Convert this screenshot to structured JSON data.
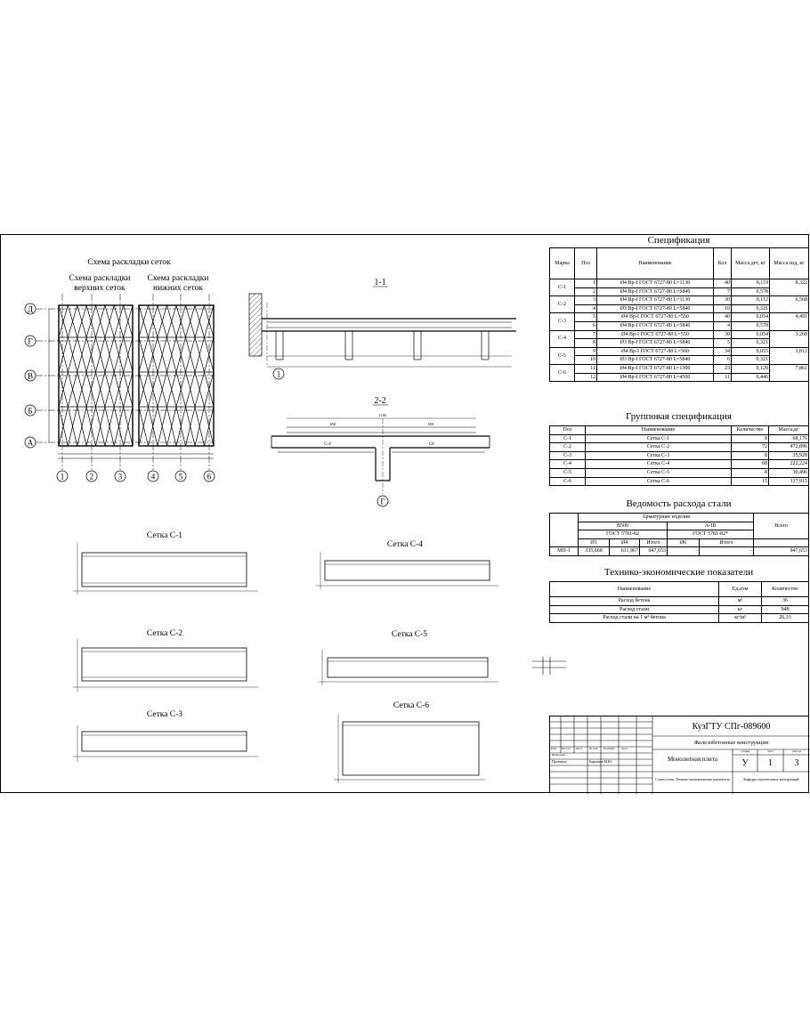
{
  "drawing": {
    "scheme_title": "Схема раскладки сеток",
    "scheme_top_title": [
      "Схема раскладки",
      "верхних сеток"
    ],
    "scheme_bottom_title": [
      "Схема раскладки",
      "нижних сеток"
    ],
    "axes_letters": [
      "Д",
      "Г",
      "В",
      "Б",
      "А"
    ],
    "axes_numbers": [
      "1",
      "2",
      "3",
      "4",
      "5",
      "6"
    ],
    "section_1_title": "1-1",
    "section_1_axis": "1",
    "section_2_title": "2-2",
    "section_2_axis": "Г",
    "section_2_labels": {
      "c4": "С-4",
      "c6": "С6",
      "dim_top": "1100",
      "dim_left": "650",
      "dim_right": "650"
    },
    "meshes": [
      {
        "title": "Сетка С-1"
      },
      {
        "title": "Сетка С-2"
      },
      {
        "title": "Сетка С-3"
      },
      {
        "title": "Сетка С-4"
      },
      {
        "title": "Сетка С-5"
      },
      {
        "title": "Сетка С-6"
      }
    ]
  },
  "specification": {
    "title": "Спецификация",
    "headers": [
      "Марка",
      "Поз",
      "Наименование",
      "Кол",
      "Масса дет, кг",
      "Масса изд, кг"
    ],
    "groups": [
      {
        "mark": "С-1",
        "total": "8,322",
        "rows": [
          {
            "pos": "1",
            "name": "Ø4 Вр-I ГОСТ 6727-80 L=1130",
            "qty": "40",
            "mass": "0,119"
          },
          {
            "pos": "2",
            "name": "Ø4 Вр-I ГОСТ 6727-80 L=5840",
            "qty": "7",
            "mass": "0,578"
          }
        ]
      },
      {
        "mark": "С-2",
        "total": "6,568",
        "rows": [
          {
            "pos": "3",
            "name": "Ø4 Вр-I ГОСТ 6727-80 L=1130",
            "qty": "30",
            "mass": "0,112"
          },
          {
            "pos": "4",
            "name": "Ø3 Вр-I ГОСТ 6727-80 L=5840",
            "qty": "10",
            "mass": "0,321"
          }
        ]
      },
      {
        "mark": "С-3",
        "total": "4,491",
        "rows": [
          {
            "pos": "5",
            "name": "Ø4 Вр-I ГОСТ 6727-80 L=550",
            "qty": "40",
            "mass": "0,054"
          },
          {
            "pos": "6",
            "name": "Ø4 Вр-I ГОСТ 6727-80 L=5840",
            "qty": "4",
            "mass": "0,578"
          }
        ]
      },
      {
        "mark": "С-4",
        "total": "3.268",
        "rows": [
          {
            "pos": "7",
            "name": "Ø4 Вр-I ГОСТ 6727-80 L=550",
            "qty": "30",
            "mass": "0,054"
          },
          {
            "pos": "8",
            "name": "Ø3 Вр-I ГОСТ 6727-80 L=5840",
            "qty": "5",
            "mass": "0,321"
          }
        ]
      },
      {
        "mark": "С-5",
        "total": "3,812",
        "rows": [
          {
            "pos": "9",
            "name": "Ø4 Вр-I ГОСТ 6727-80 L=560",
            "qty": "34",
            "mass": "0,055"
          },
          {
            "pos": "10",
            "name": "Ø3 Вр-I ГОСТ 6727-80 L=5840",
            "qty": "6",
            "mass": "0,321"
          }
        ]
      },
      {
        "mark": "С-6",
        "total": "7,861",
        "rows": [
          {
            "pos": "11",
            "name": "Ø4 Вр-I ГОСТ 6727-80 L=1300",
            "qty": "23",
            "mass": "0,129"
          },
          {
            "pos": "12",
            "name": "Ø4 Вр-I ГОСТ 6727-80 L=4500",
            "qty": "11",
            "mass": "0,446"
          }
        ]
      }
    ]
  },
  "group_spec": {
    "title": "Групповая спецификация",
    "headers": [
      "Поз",
      "Наименование",
      "Количество",
      "Масса,кг"
    ],
    "rows": [
      [
        "С-1",
        "Сетка С-1",
        "8",
        "68,176"
      ],
      [
        "С-2",
        "Сетка С-2",
        "72",
        "472,896"
      ],
      [
        "С-3",
        "Сетка С-3",
        "8",
        "35,928"
      ],
      [
        "С-4",
        "Сетка С-4",
        "68",
        "222,224"
      ],
      [
        "С-5",
        "Сетка С-5",
        "8",
        "30,496"
      ],
      [
        "С-6",
        "Сетка С-6",
        "15",
        "117,915"
      ]
    ]
  },
  "steel": {
    "title": "Ведомость расхода стали",
    "header_products": "Арматурные изделия",
    "class1": "В500",
    "class2": "А-III",
    "total_label": "Всего",
    "gost1": "ГОСТ 5781-82",
    "gost2": "ГОСТ 5781-82*",
    "d3": "Ø3",
    "d4": "Ø4",
    "d6": "Ø6",
    "itogo": "Итого",
    "row": [
      "МП-1",
      "335,668",
      "611,967",
      "947,653",
      "-",
      "-",
      "947,653"
    ]
  },
  "tep": {
    "title": "Технико-экономические показатели",
    "headers": [
      "Наименование",
      "Ед.изм",
      "Количество"
    ],
    "rows": [
      [
        "Расход бетона",
        "м³",
        "36"
      ],
      [
        "Расход стали",
        "кг",
        "948"
      ],
      [
        "Расход стали на 1 м³ бетона",
        "кг/м³",
        "26,33"
      ]
    ]
  },
  "stamp": {
    "code": "КузГТУ СПг-089600",
    "subject": "Железобетонные конструкции",
    "title": "Монолитная плита",
    "stage_h": "стадия",
    "sheet_h": "лист",
    "sheets_h": "листов",
    "stage": "У",
    "sheet": "1",
    "sheets": "3",
    "left_note": "Схема сеток, Технико-экономические показатели",
    "right_note": "Кафедра строительных конструкций",
    "row_labels": [
      "Изм",
      "Кол.уч",
      "Лист",
      "№ док",
      "Подпись",
      "Дата"
    ],
    "role1": "Выполнил",
    "role2": "Проверил",
    "checker": "Барышев М.Ю."
  }
}
